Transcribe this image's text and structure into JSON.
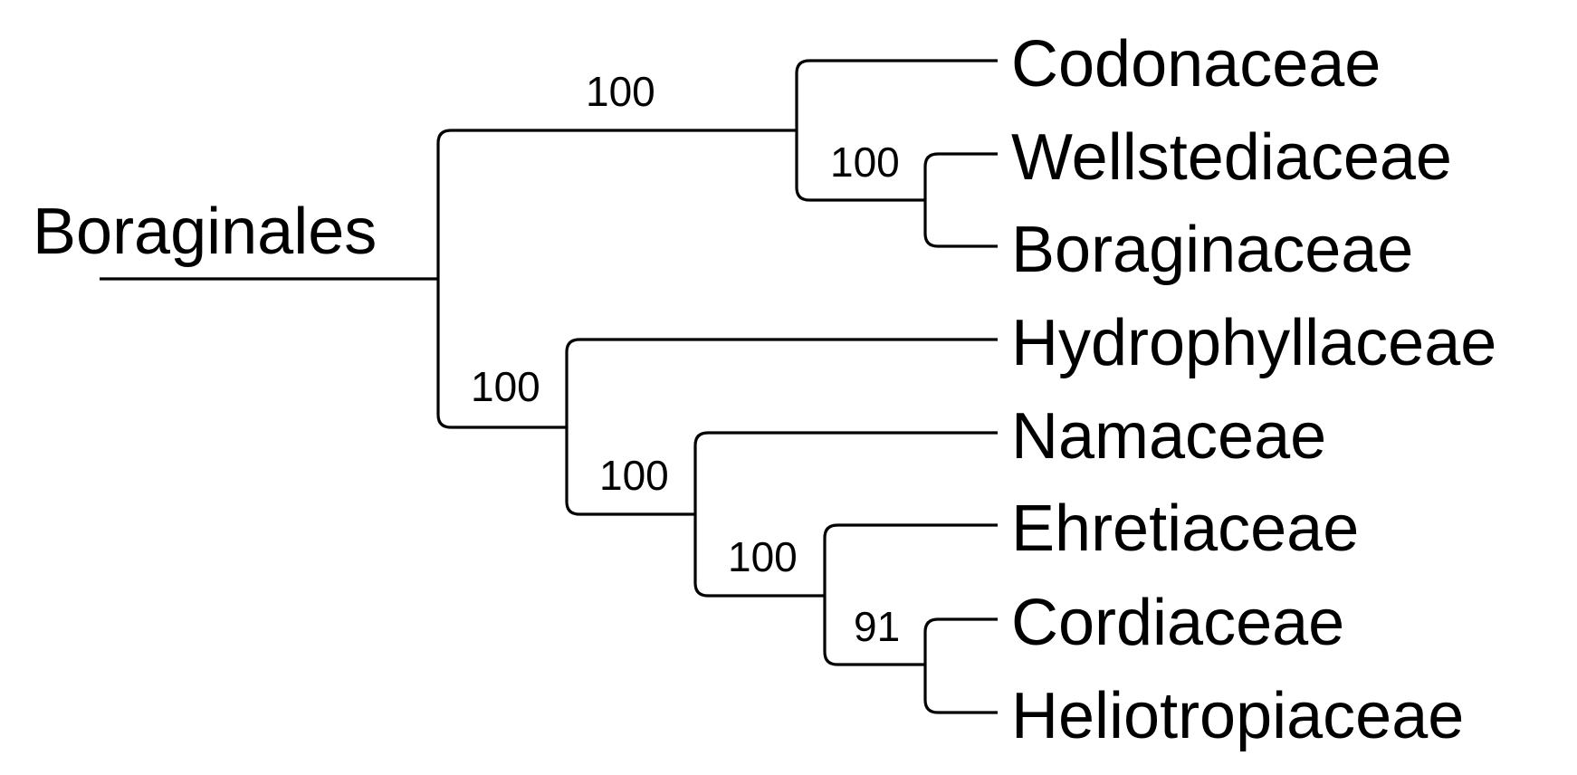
{
  "diagram": {
    "order_label": "Boraginales",
    "taxa": [
      "Codonaceae",
      "Wellstediaceae",
      "Boraginaceae",
      "Hydrophyllaceae",
      "Namaceae",
      "Ehretiaceae",
      "Cordiaceae",
      "Heliotropiaceae"
    ],
    "support_values": {
      "codonaceae_clade": "100",
      "wellstediaceae_boraginaceae": "100",
      "hydrophyllaceae_clade": "100",
      "namaceae_clade": "100",
      "ehretiaceae_clade": "100",
      "cordiaceae_heliotropiaceae": "91"
    },
    "line_color": "#000000"
  }
}
